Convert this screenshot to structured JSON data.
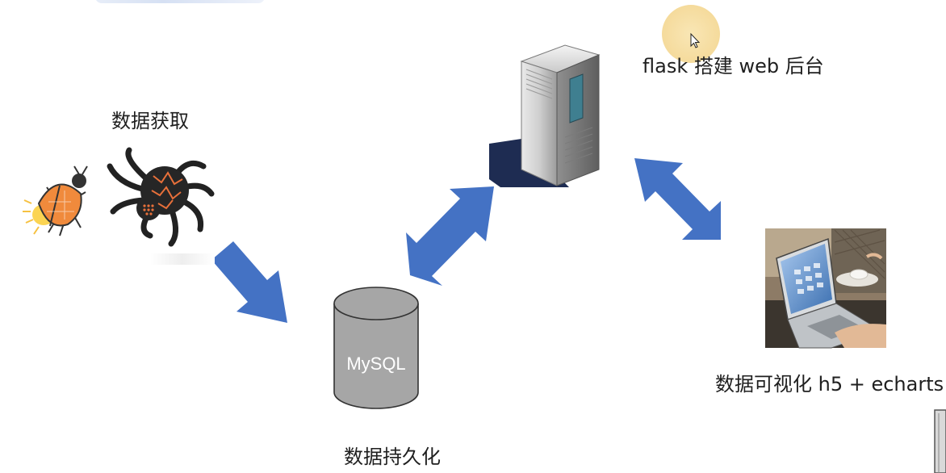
{
  "labels": {
    "data_acquisition": "数据获取",
    "flask_backend": "flask 搭建 web 后台",
    "data_persistence": "数据持久化",
    "data_visualization": "数据可视化 h5 + echarts",
    "database": "MySQL"
  },
  "colors": {
    "arrow": "#4472c4",
    "database_fill": "#a6a6a6",
    "database_stroke": "#333333",
    "cursor_highlight": "#f6dfa0"
  }
}
